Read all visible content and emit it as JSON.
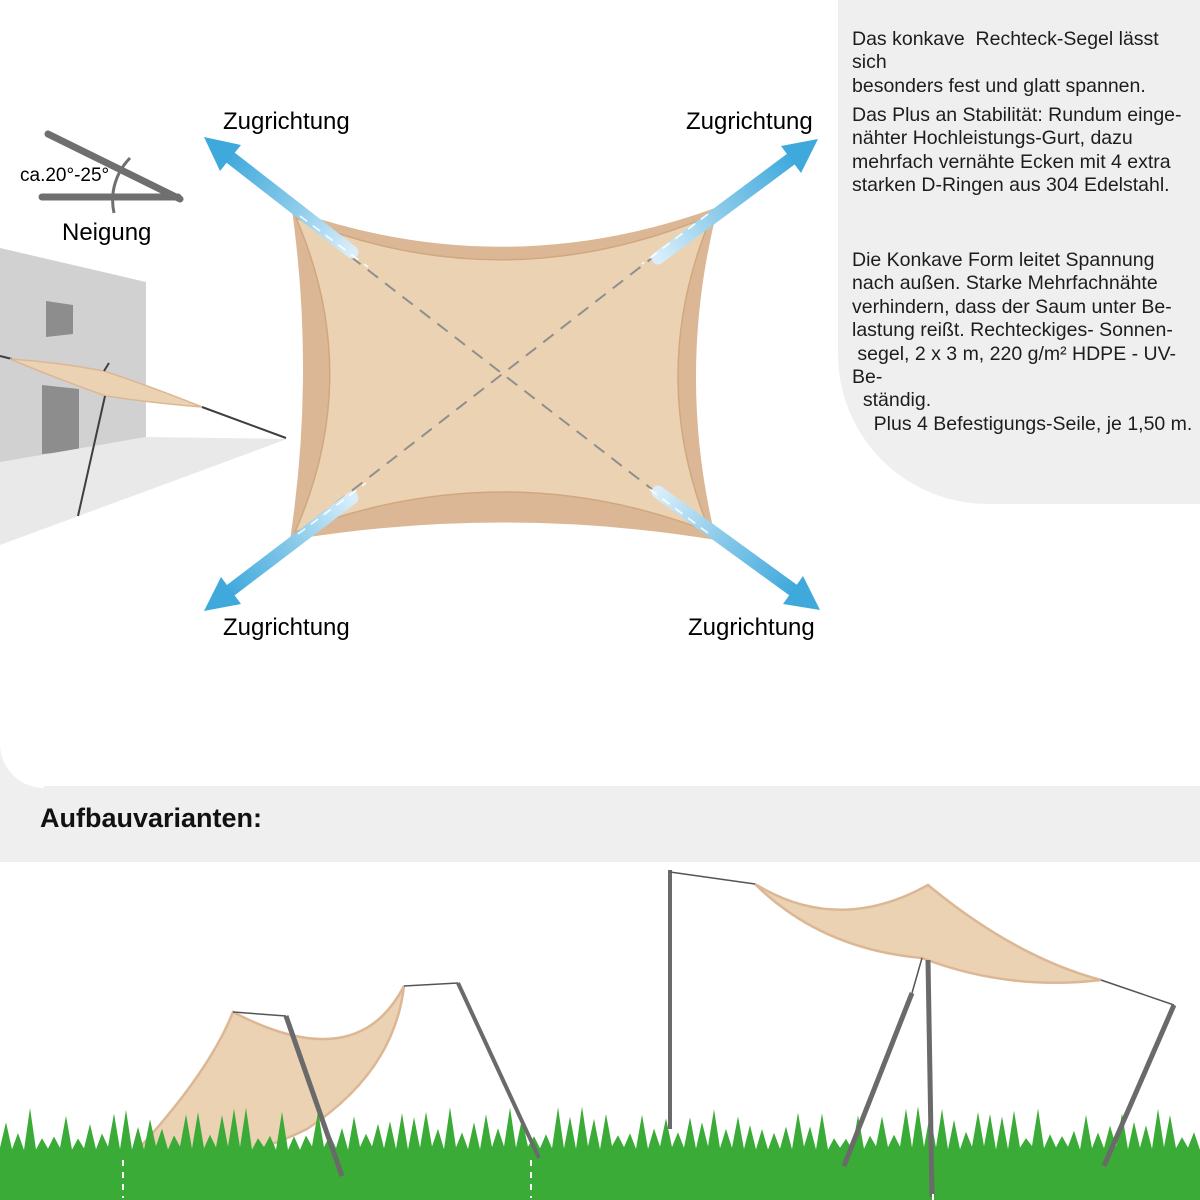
{
  "diagram": {
    "angle_label": "ca.20°-25°",
    "angle_caption": "Neigung",
    "pull_label": "Zugrichtung"
  },
  "info_box": {
    "p1": "Das konkave  Rechteck-Segel lässt sich\nbesonders fest und glatt spannen.",
    "p2": "Das Plus an Stabilität: Rundum einge-\nnähter Hochleistungs-Gurt, dazu\nmehrfach vernähte Ecken mit 4 extra\nstarken D-Ringen aus 304 Edelstahl.",
    "p3": "Die Konkave Form leitet Spannung\nnach außen. Starke Mehrfachnähte\nverhindern, dass der Saum unter Be-\nlastung reißt. Rechteckiges- Sonnen-\n segel, 2 x 3 m, 220 g/m² HDPE - UV-Be-\n  ständig.\n    Plus 4 Befestigungs-Seile, je 1,50 m."
  },
  "section2": {
    "heading": "Aufbauvarianten:"
  },
  "colors": {
    "panel_gray": "#efefef",
    "text_dark": "#1d1d1b",
    "sail_border": "#dcb795",
    "sail_fill": "#ebd2b2",
    "arrow_blue": "#3fa9dc",
    "arrow_pale": "#cfe9f7",
    "grass_green": "#3aab36"
  }
}
